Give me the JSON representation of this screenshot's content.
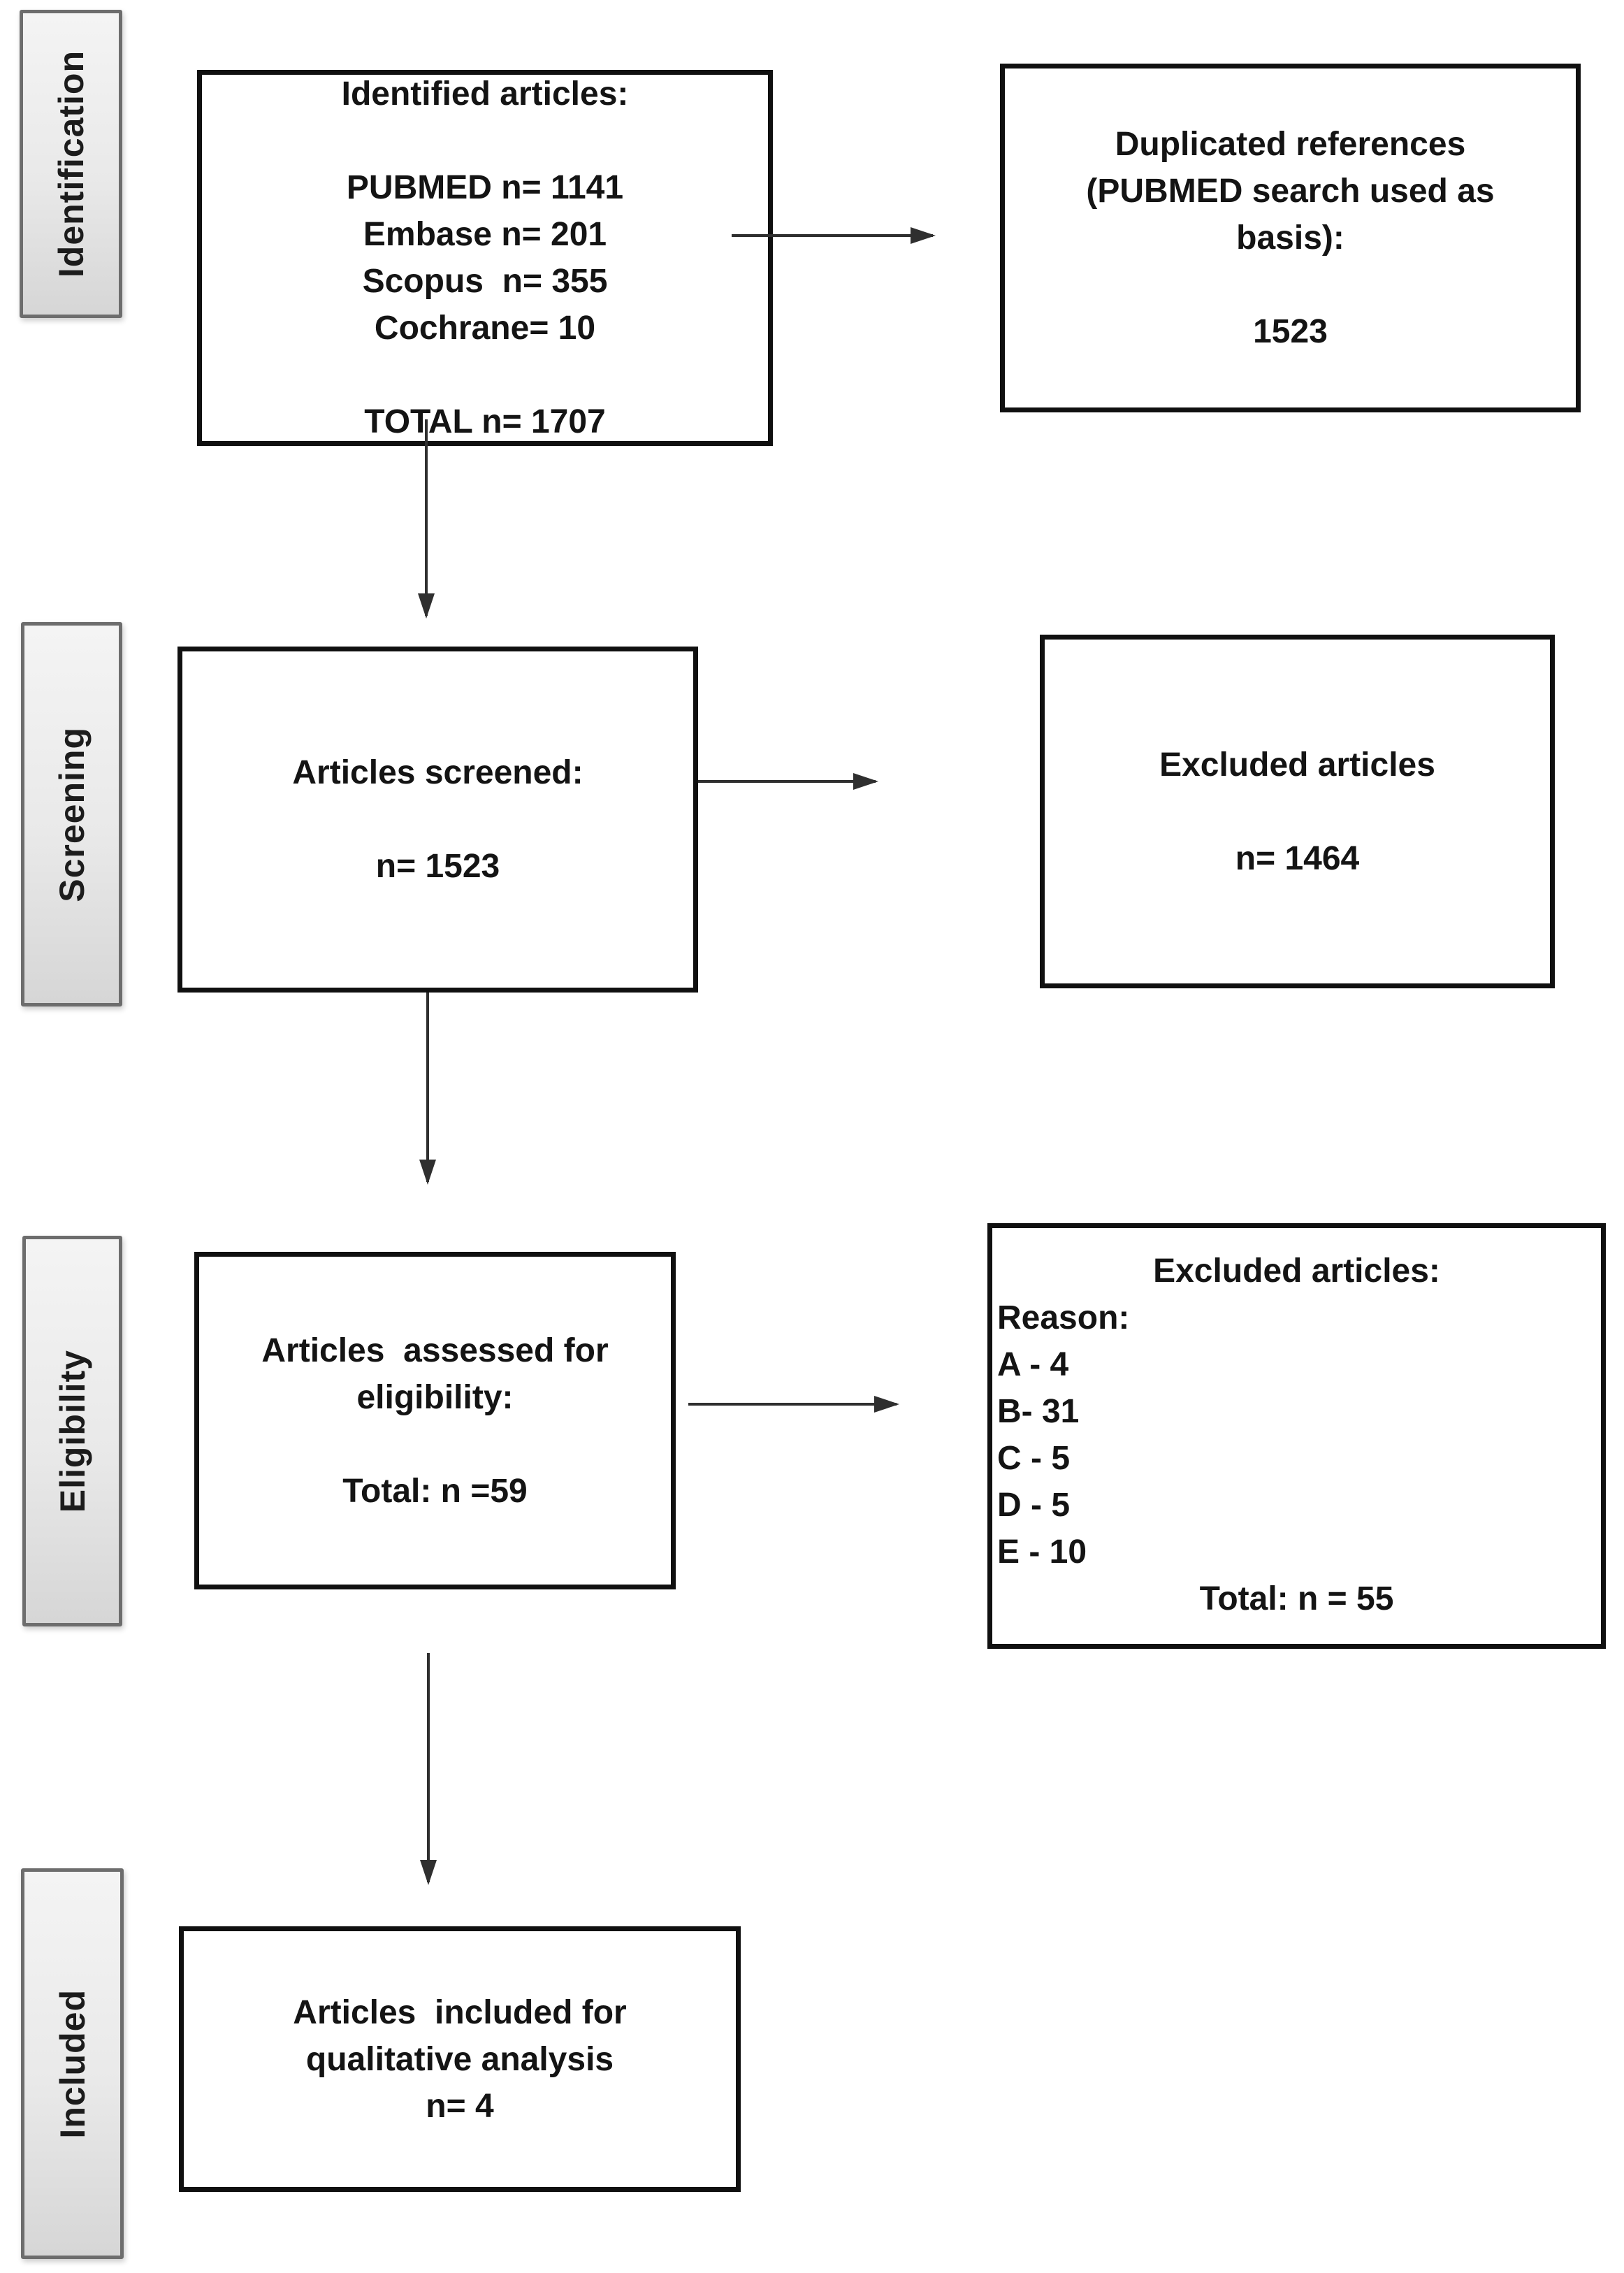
{
  "stages": {
    "identification": "Identification",
    "screening": "Screening",
    "eligibility": "Eligibility",
    "included": "Included"
  },
  "boxes": {
    "identified": "Identified articles:\n\nPUBMED n= 1141\nEmbase n= 201\nScopus  n= 355\nCochrane= 10\n\nTOTAL n= 1707",
    "duplicated": "Duplicated references\n(PUBMED search used as\nbasis):\n\n1523",
    "screened": "Articles screened:\n\nn= 1523",
    "excluded_screening": "Excluded articles\n\nn= 1464",
    "assessed": "Articles  assessed for\neligibility:\n\nTotal: n =59",
    "excluded_eligibility": {
      "title": "Excluded articles:",
      "reasons": "Reason:\nA - 4\nB- 31\nC - 5\nD - 5\nE - 10",
      "total": "Total: n = 55"
    },
    "included": "Articles  included for\nqualitative analysis\nn= 4"
  },
  "colors": {
    "box_border": "#101010",
    "arrow": "#2f2f2f",
    "stage_border": "#6d6d6d",
    "stage_bg": "#e9e9e9",
    "text": "#141414",
    "background": "#ffffff"
  }
}
